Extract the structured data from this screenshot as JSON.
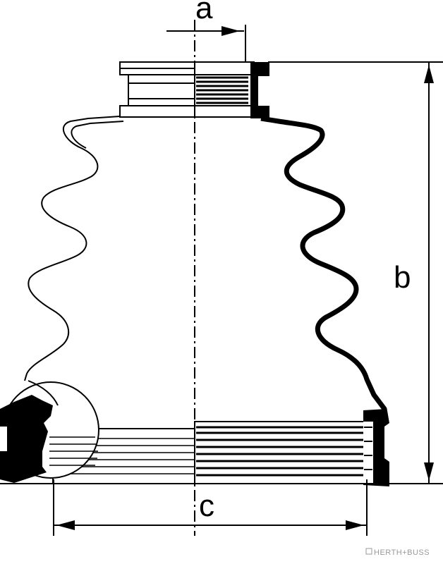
{
  "dimensions": {
    "a_label": "a",
    "b_label": "b",
    "c_label": "c"
  },
  "brand": {
    "text": "HERTH+BUSS"
  },
  "colors": {
    "line": "#000000",
    "background": "#ffffff",
    "brand": "#9a9a9a"
  }
}
